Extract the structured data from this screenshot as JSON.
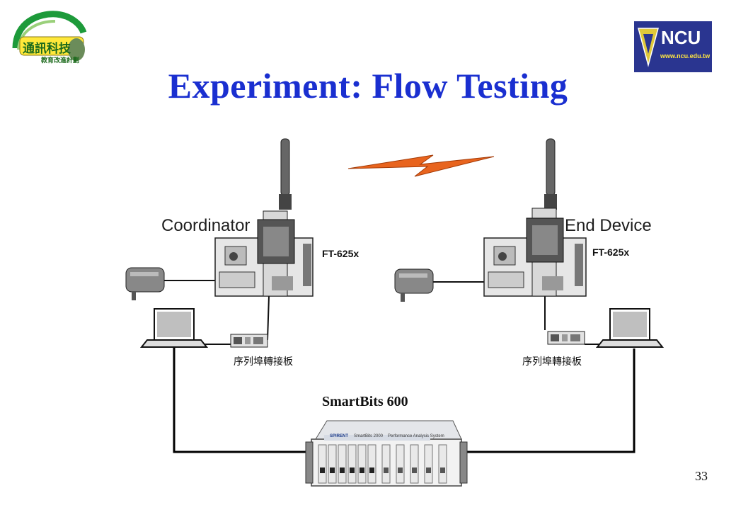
{
  "slide": {
    "title": "Experiment: Flow Testing",
    "page_number": "33"
  },
  "logos": {
    "left": {
      "icon": "ict-program-logo",
      "text": "通訊科技",
      "subtext": "教育改進計劃"
    },
    "right": {
      "icon": "ncu-logo",
      "text": "NCU",
      "url_text": "www.ncu.edu.tw"
    }
  },
  "diagram": {
    "coordinator_label": "Coordinator",
    "end_device_label": "End Device",
    "board_model_left": "FT-625x",
    "board_model_right": "FT-625x",
    "serial_board_left": "序列埠轉接板",
    "serial_board_right": "序列埠轉接板",
    "tester_label": "SmartBits 600",
    "tester_brand": "SPIRENT",
    "tester_model": "SmartBits 2000",
    "tester_caption": "Performance Analysis System",
    "colors": {
      "title": "#1a2fd0",
      "lightning": "#e8641e",
      "cable": "#000000"
    }
  }
}
